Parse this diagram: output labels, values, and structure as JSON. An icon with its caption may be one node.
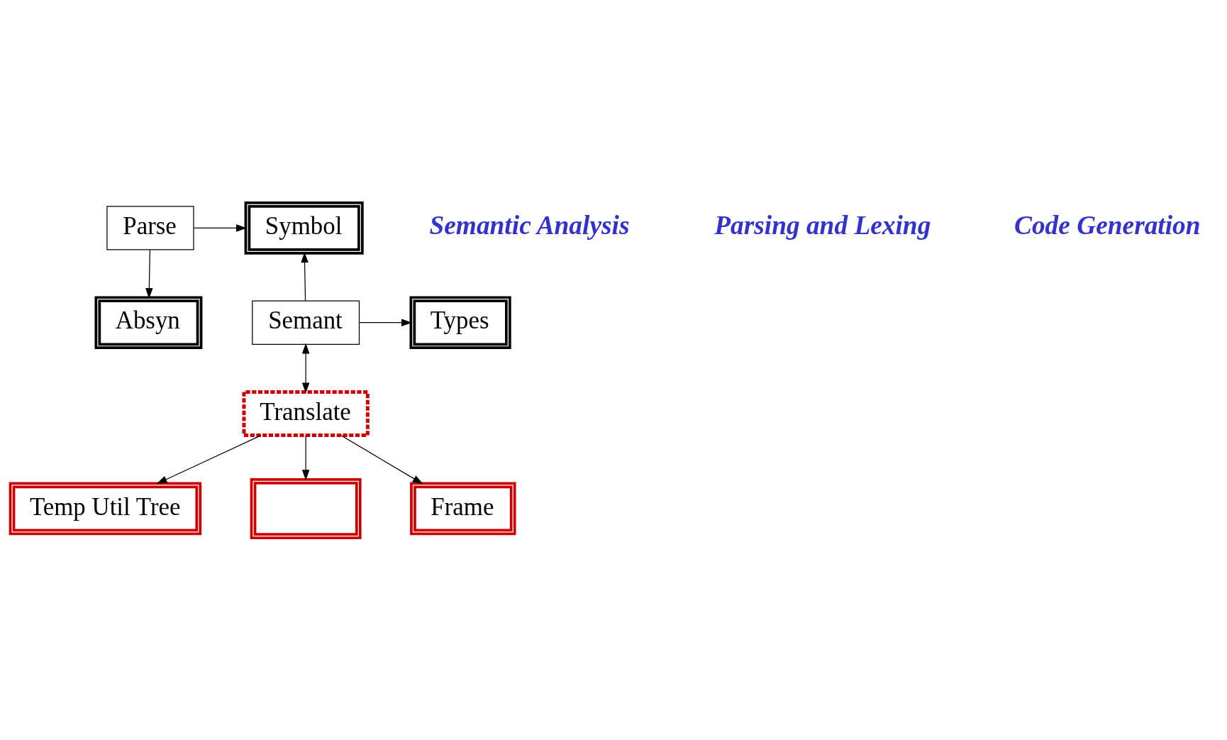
{
  "diagram": {
    "nodes": [
      {
        "text": [
          "Parse"
        ]
      },
      {
        "text": [
          "Absyn"
        ]
      },
      {
        "text": [
          "Symbol"
        ]
      },
      {
        "text": [
          "Semant"
        ]
      },
      {
        "text": [
          "Types"
        ]
      },
      {
        "text": [
          "Translate"
        ]
      },
      {
        "text": [
          "Temp Util Tree"
        ]
      },
      {
        "text": [],
        "shape": "box"
      },
      {
        "text": [
          "Frame"
        ]
      }
    ],
    "edges": [
      {
        "from": 0,
        "to": 2,
        "arrow": "to"
      },
      {
        "from": 0,
        "to": 1,
        "arrow": "to"
      },
      {
        "from": 3,
        "to": 2,
        "arrow": "to"
      },
      {
        "from": 3,
        "to": 4,
        "arrow": "to"
      },
      {
        "from": 3,
        "to": 5,
        "arrow": "both"
      },
      {
        "from": 5,
        "to": 6,
        "arrow": "to"
      },
      {
        "from": 5,
        "to": 7,
        "arrow": "to"
      },
      {
        "from": 5,
        "to": 8,
        "arrow": "to"
      }
    ],
    "labels": [
      "Semantic Analysis",
      "Parsing and Lexing",
      "Code Generation"
    ]
  }
}
